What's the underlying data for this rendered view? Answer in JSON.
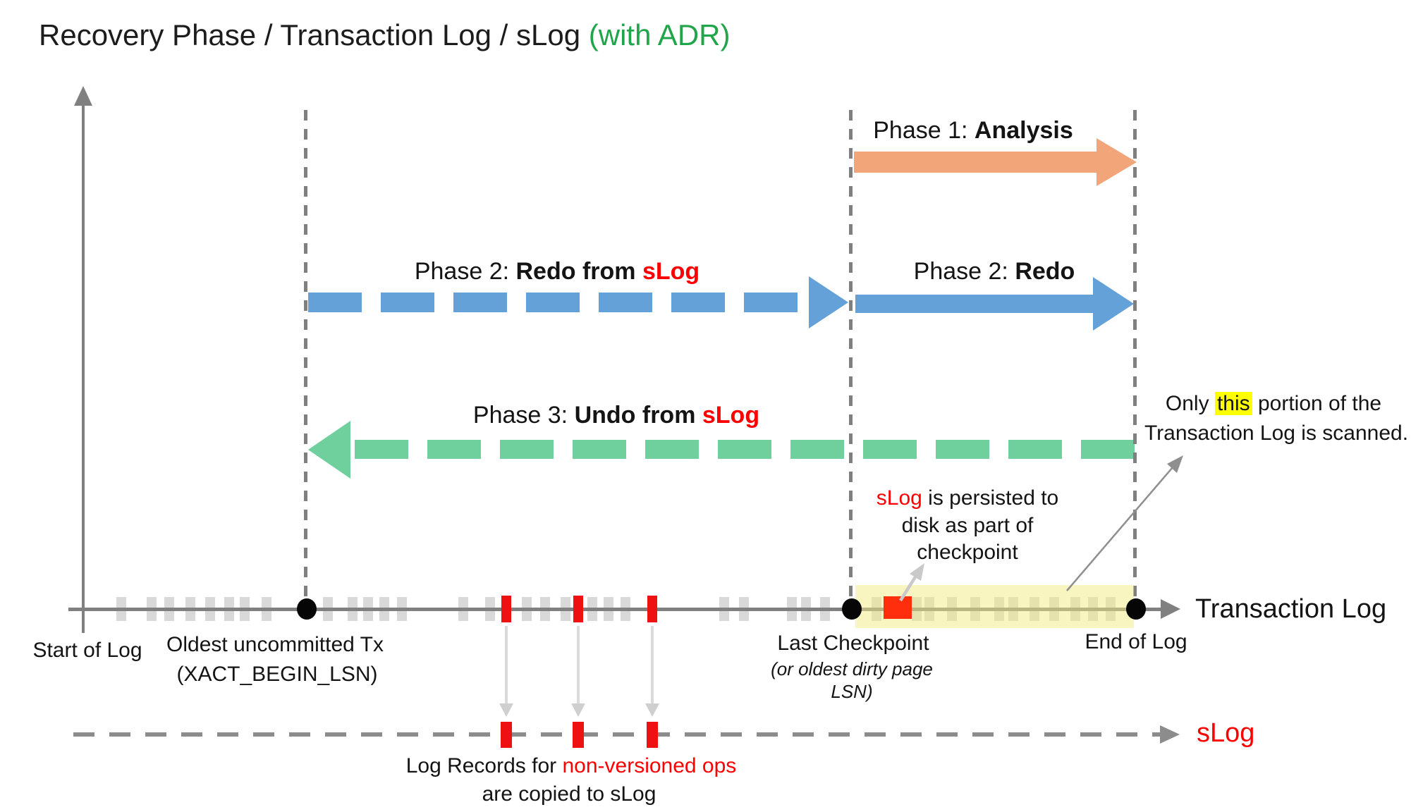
{
  "title": {
    "main": "Recovery Phase / Transaction Log / sLog ",
    "accent": "(with ADR)"
  },
  "colors": {
    "accent_green": "#21A54B",
    "phase1_orange": "#F1A578",
    "phase2_blue": "#64A1D8",
    "phase3_green": "#6FCF9D",
    "red": "#FF0000",
    "red_tick": "#EE1111",
    "red_square": "#FF2F0E",
    "tick_gray": "#D9D9D9",
    "line_gray": "#808080",
    "dash_gray": "#7F7F7F",
    "note_gray": "#8C8C8C",
    "band_yellow": "rgba(241,236,130,0.5)",
    "highlight_yellow": "#FFFF00"
  },
  "phases": {
    "p1": {
      "prefix": "Phase 1: ",
      "bold": "Analysis"
    },
    "p2_slog": {
      "prefix": "Phase 2: ",
      "bold": "Redo from ",
      "red": "sLog"
    },
    "p2": {
      "prefix": "Phase 2: ",
      "bold": "Redo"
    },
    "p3": {
      "prefix": "Phase 3: ",
      "bold": "Undo from ",
      "red": "sLog"
    }
  },
  "timeline": {
    "axis_label": "Transaction Log",
    "start_label": "Start of Log",
    "milestones": {
      "oldest": {
        "line1": "Oldest uncommitted Tx",
        "line2": "(XACT_BEGIN_LSN)"
      },
      "checkpoint": {
        "line1": "Last Checkpoint",
        "line2": "(or oldest dirty page",
        "line3": "LSN)"
      },
      "end": {
        "line1": "End of Log"
      }
    },
    "gray_ticks": [
      172,
      215,
      240,
      270,
      298,
      325,
      347,
      378,
      465,
      500,
      522,
      545,
      570,
      657,
      695,
      747,
      773,
      802,
      840,
      863,
      887,
      1027,
      1055,
      1123,
      1143,
      1170
    ],
    "band_ticks": [
      1243,
      1300,
      1318,
      1350,
      1383,
      1417,
      1437,
      1467,
      1495,
      1525,
      1550,
      1575
    ],
    "red_ticks": [
      718,
      820,
      925
    ]
  },
  "slog": {
    "label": "sLog",
    "red_ticks": [
      718,
      820,
      925
    ]
  },
  "notes": {
    "persist": {
      "red": "sLog",
      "line1_rest": " is persisted to",
      "line2": "disk as part of",
      "line3": "checkpoint"
    },
    "scan": {
      "pre": "Only ",
      "highlight": "this",
      "post": " portion of the",
      "line2": "Transaction Log is scanned."
    },
    "copy": {
      "line1_pre": "Log Records for ",
      "line1_red": "non-versioned ops",
      "line2": "are copied to sLog"
    }
  }
}
